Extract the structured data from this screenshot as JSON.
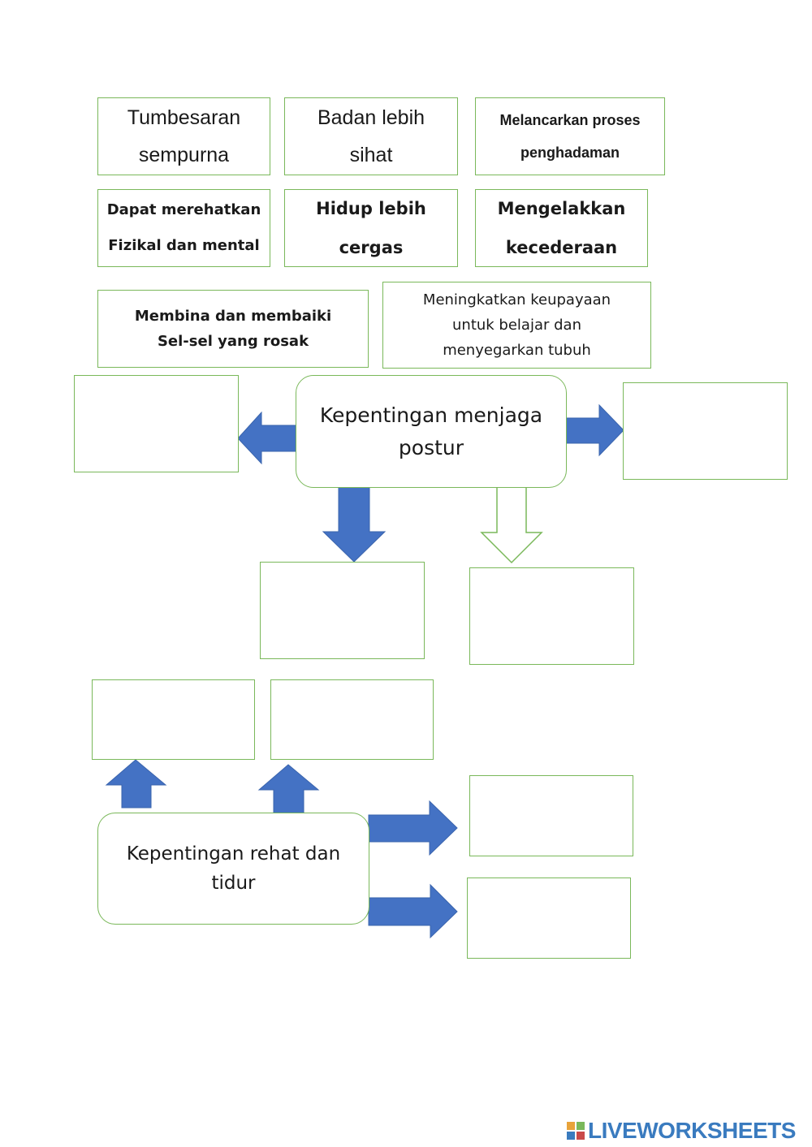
{
  "cards": [
    {
      "id": "tumbesaran",
      "line1": "Tumbesaran",
      "line2": "sempurna"
    },
    {
      "id": "badan",
      "line1": "Badan lebih",
      "line2": "sihat"
    },
    {
      "id": "melancarkan",
      "line1": "Melancarkan proses",
      "line2": "penghadaman"
    },
    {
      "id": "dapat",
      "line1": "Dapat merehatkan",
      "line2": "Fizikal dan mental"
    },
    {
      "id": "hidup",
      "line1": "Hidup lebih",
      "line2": "cergas"
    },
    {
      "id": "mengelakkan",
      "line1": "Mengelakkan",
      "line2": "kecederaan"
    },
    {
      "id": "membina",
      "line1": "Membina dan membaiki",
      "line2": "Sel-sel yang rosak"
    },
    {
      "id": "meningkatkan",
      "line1": "Meningkatkan keupayaan",
      "line2": "untuk belajar dan",
      "line3": "menyegarkan tubuh"
    }
  ],
  "nodes": {
    "postur": {
      "line1": "Kepentingan menjaga",
      "line2": "postur"
    },
    "rehat": {
      "line1": "Kepentingan rehat dan",
      "line2": "tidur"
    }
  },
  "colors": {
    "border": "#7ab85a",
    "arrow": "#4472c4",
    "logo_blue": "#3a7bbf"
  },
  "footer": {
    "logo_text": "LIVEWORKSHEETS",
    "logo_icon": "liveworksheets-logo-icon"
  }
}
